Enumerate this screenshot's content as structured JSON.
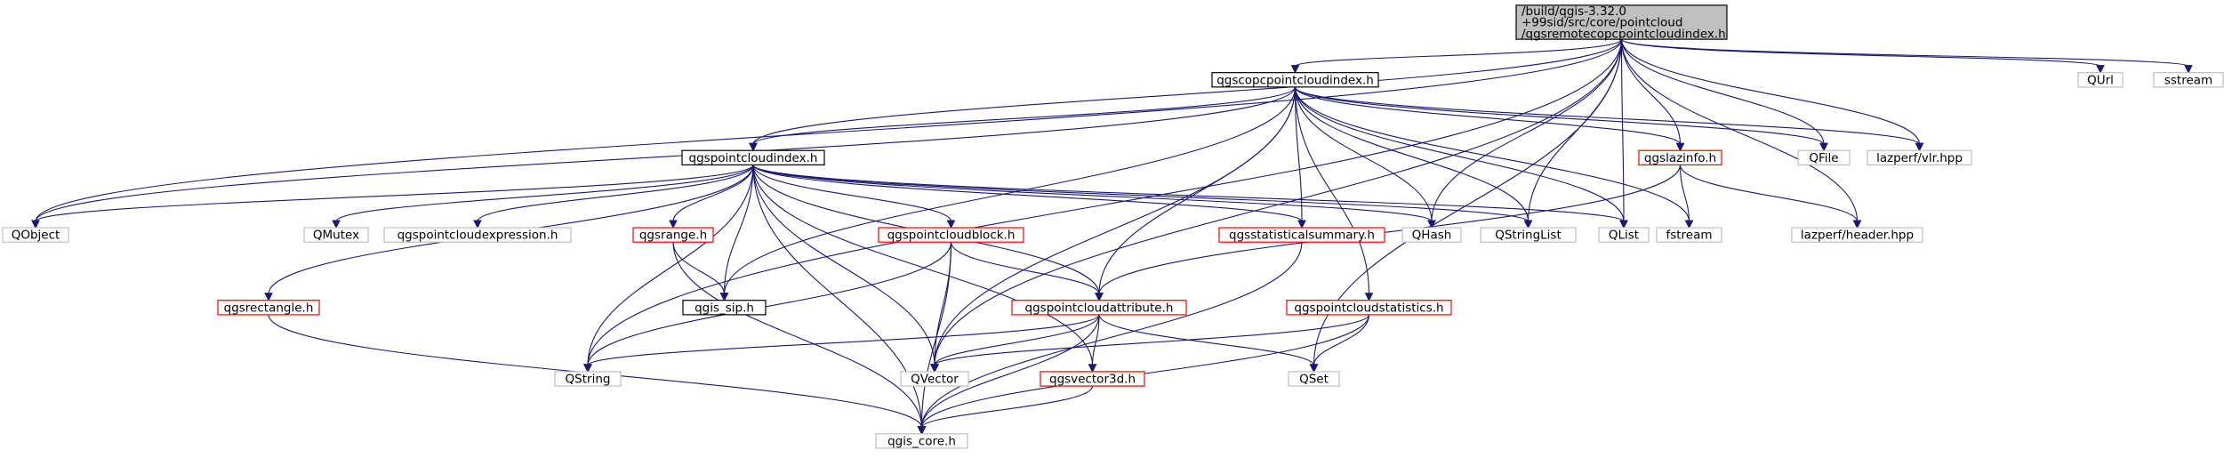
{
  "colors": {
    "edge": "#191970",
    "edge_gray": "#a9a9a9",
    "border_black": "#000000",
    "border_red": "#ff0000",
    "border_gray": "#bfbfbf",
    "root_fill": "#bfbfbf",
    "node_fill": "#ffffff"
  },
  "nodes": [
    {
      "id": "root",
      "lines": [
        "/build/qgis-3.32.0",
        "+99sid/src/core/pointcloud",
        "/qgsremotecopcpointcloudindex.h"
      ],
      "style": "root",
      "icon": "",
      "interactable": false
    },
    {
      "id": "qgscopcpointcloudindex",
      "lines": [
        "qgscopcpointcloudindex.h"
      ],
      "style": "black",
      "interactable": true
    },
    {
      "id": "qurl",
      "lines": [
        "QUrl"
      ],
      "style": "gray",
      "interactable": false
    },
    {
      "id": "sstream",
      "lines": [
        "sstream"
      ],
      "style": "gray",
      "interactable": false
    },
    {
      "id": "qgspointcloudindex",
      "lines": [
        "qgspointcloudindex.h"
      ],
      "style": "black",
      "interactable": true
    },
    {
      "id": "qgslazinfo",
      "lines": [
        "qgslazinfo.h"
      ],
      "style": "red",
      "interactable": true
    },
    {
      "id": "qfile",
      "lines": [
        "QFile"
      ],
      "style": "gray",
      "interactable": false
    },
    {
      "id": "lazperfvlr",
      "lines": [
        "lazperf/vlr.hpp"
      ],
      "style": "gray",
      "interactable": false
    },
    {
      "id": "qobject",
      "lines": [
        "QObject"
      ],
      "style": "gray",
      "interactable": false
    },
    {
      "id": "qmutex",
      "lines": [
        "QMutex"
      ],
      "style": "gray",
      "interactable": false
    },
    {
      "id": "qgspointcloudexpression",
      "lines": [
        "qgspointcloudexpression.h"
      ],
      "style": "gray",
      "interactable": false
    },
    {
      "id": "qgsrange",
      "lines": [
        "qgsrange.h"
      ],
      "style": "red",
      "interactable": true
    },
    {
      "id": "qgspointcloudblock",
      "lines": [
        "qgspointcloudblock.h"
      ],
      "style": "red",
      "interactable": true
    },
    {
      "id": "qgsstatisticalsummary",
      "lines": [
        "qgsstatisticalsummary.h"
      ],
      "style": "red",
      "interactable": true
    },
    {
      "id": "qhash",
      "lines": [
        "QHash"
      ],
      "style": "gray",
      "interactable": false
    },
    {
      "id": "qstringlist",
      "lines": [
        "QStringList"
      ],
      "style": "gray",
      "interactable": false
    },
    {
      "id": "qlist",
      "lines": [
        "QList"
      ],
      "style": "gray",
      "interactable": false
    },
    {
      "id": "fstream",
      "lines": [
        "fstream"
      ],
      "style": "gray",
      "interactable": false
    },
    {
      "id": "lazperfheader",
      "lines": [
        "lazperf/header.hpp"
      ],
      "style": "gray",
      "interactable": false
    },
    {
      "id": "qgsrectangle",
      "lines": [
        "qgsrectangle.h"
      ],
      "style": "red",
      "interactable": true
    },
    {
      "id": "qgis_sip",
      "lines": [
        "qgis_sip.h"
      ],
      "style": "black",
      "interactable": true
    },
    {
      "id": "qgspointcloudattribute",
      "lines": [
        "qgspointcloudattribute.h"
      ],
      "style": "red",
      "interactable": true
    },
    {
      "id": "qgspointcloudstatistics",
      "lines": [
        "qgspointcloudstatistics.h"
      ],
      "style": "red",
      "interactable": true
    },
    {
      "id": "qstring",
      "lines": [
        "QString"
      ],
      "style": "gray",
      "interactable": false
    },
    {
      "id": "qvector",
      "lines": [
        "QVector"
      ],
      "style": "gray",
      "interactable": false
    },
    {
      "id": "qgsvector3d",
      "lines": [
        "qgsvector3d.h"
      ],
      "style": "red",
      "interactable": true
    },
    {
      "id": "qset",
      "lines": [
        "QSet"
      ],
      "style": "gray",
      "interactable": false
    },
    {
      "id": "qgis_core",
      "lines": [
        "qgis_core.h"
      ],
      "style": "gray",
      "interactable": false
    }
  ],
  "edges": [
    [
      "root",
      "qgscopcpointcloudindex"
    ],
    [
      "root",
      "qurl"
    ],
    [
      "root",
      "sstream"
    ],
    [
      "root",
      "qgspointcloudindex"
    ],
    [
      "root",
      "qgslazinfo"
    ],
    [
      "root",
      "qfile"
    ],
    [
      "root",
      "lazperfvlr"
    ],
    [
      "root",
      "qobject"
    ],
    [
      "root",
      "qhash"
    ],
    [
      "root",
      "qstringlist"
    ],
    [
      "root",
      "qlist"
    ],
    [
      "root",
      "lazperfheader"
    ],
    [
      "root",
      "qstring"
    ],
    [
      "root",
      "qvector"
    ],
    [
      "root",
      "qset"
    ],
    [
      "qgscopcpointcloudindex",
      "qgspointcloudindex"
    ],
    [
      "qgscopcpointcloudindex",
      "qgslazinfo"
    ],
    [
      "qgscopcpointcloudindex",
      "qfile"
    ],
    [
      "qgscopcpointcloudindex",
      "lazperfvlr"
    ],
    [
      "qgscopcpointcloudindex",
      "qobject"
    ],
    [
      "qgscopcpointcloudindex",
      "qgsstatisticalsummary"
    ],
    [
      "qgscopcpointcloudindex",
      "qhash"
    ],
    [
      "qgscopcpointcloudindex",
      "qstringlist"
    ],
    [
      "qgscopcpointcloudindex",
      "qlist"
    ],
    [
      "qgscopcpointcloudindex",
      "fstream"
    ],
    [
      "qgscopcpointcloudindex",
      "qgis_sip"
    ],
    [
      "qgscopcpointcloudindex",
      "qgspointcloudattribute"
    ],
    [
      "qgscopcpointcloudindex",
      "qgspointcloudstatistics"
    ],
    [
      "qgscopcpointcloudindex",
      "qvector"
    ],
    [
      "qgspointcloudindex",
      "qobject"
    ],
    [
      "qgspointcloudindex",
      "qmutex"
    ],
    [
      "qgspointcloudindex",
      "qgspointcloudexpression"
    ],
    [
      "qgspointcloudindex",
      "qgsrange"
    ],
    [
      "qgspointcloudindex",
      "qgspointcloudblock"
    ],
    [
      "qgspointcloudindex",
      "qgsstatisticalsummary"
    ],
    [
      "qgspointcloudindex",
      "qhash"
    ],
    [
      "qgspointcloudindex",
      "qstringlist"
    ],
    [
      "qgspointcloudindex",
      "qlist"
    ],
    [
      "qgspointcloudindex",
      "qgsrectangle"
    ],
    [
      "qgspointcloudindex",
      "qgis_sip"
    ],
    [
      "qgspointcloudindex",
      "qgspointcloudattribute"
    ],
    [
      "qgspointcloudindex",
      "qstring"
    ],
    [
      "qgspointcloudindex",
      "qvector"
    ],
    [
      "qgspointcloudindex",
      "qgsvector3d"
    ],
    [
      "qgspointcloudindex",
      "qgis_core"
    ],
    [
      "qgslazinfo",
      "lazperfheader"
    ],
    [
      "qgslazinfo",
      "fstream"
    ],
    [
      "qgslazinfo",
      "qgspointcloudattribute"
    ],
    [
      "qgsrange",
      "qgis_sip"
    ],
    [
      "qgsrange",
      "qgis_core"
    ],
    [
      "qgspointcloudblock",
      "qgspointcloudattribute"
    ],
    [
      "qgspointcloudblock",
      "qvector"
    ],
    [
      "qgspointcloudblock",
      "qgis_core"
    ],
    [
      "qgspointcloudblock",
      "qstring"
    ],
    [
      "qgsstatisticalsummary",
      "qgis_core"
    ],
    [
      "qgsrectangle",
      "qgis_core"
    ],
    [
      "qgspointcloudattribute",
      "qstring"
    ],
    [
      "qgspointcloudattribute",
      "qvector"
    ],
    [
      "qgspointcloudattribute",
      "qgsvector3d"
    ],
    [
      "qgspointcloudattribute",
      "qset"
    ],
    [
      "qgspointcloudattribute",
      "qgis_core"
    ],
    [
      "qgspointcloudstatistics",
      "qvector"
    ],
    [
      "qgspointcloudstatistics",
      "qset"
    ],
    [
      "qgspointcloudstatistics",
      "qgis_core"
    ],
    [
      "qgsvector3d",
      "qgis_core"
    ]
  ]
}
